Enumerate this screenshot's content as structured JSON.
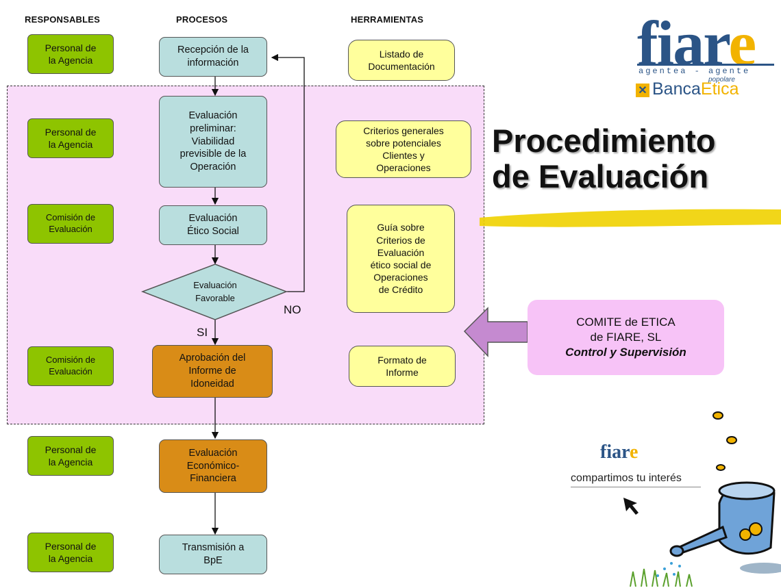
{
  "headers": {
    "responsables": "RESPONSABLES",
    "procesos": "PROCESOS",
    "herramientas": "HERRAMIENTAS"
  },
  "responsables": [
    "Personal de\nla Agencia",
    "Personal de\nla Agencia",
    "Comisión de\nEvaluación",
    "Comisión de\nEvaluación",
    "Personal de\nla Agencia",
    "Personal de\nla Agencia"
  ],
  "procesos": [
    "Recepción de la\ninformación",
    "Evaluación\npreliminar:\nViabilidad\nprevisible de la\nOperación",
    "Evaluación\nÉtico Social",
    "Aprobación del\nInforme de\nIdoneidad",
    "Evaluación\nEconómico-\nFinanciera",
    "Transmisión a\nBpE"
  ],
  "decision": {
    "label": "Evaluación\nFavorable",
    "yes": "SI",
    "no": "NO"
  },
  "herramientas": [
    "Listado de\nDocumentación",
    "Criterios generales\nsobre potenciales\nClientes y\nOperaciones",
    "Guía sobre\nCriterios de\nEvaluación\nético social de\nOperaciones\nde Crédito",
    "Formato de\nInforme"
  ],
  "title": "Procedimiento\nde Evaluación",
  "comite": {
    "line1": "COMITE de ETICA",
    "line2": "de FIARE, SL",
    "line3": "Control y Supervisión"
  },
  "logo_top": {
    "brand": "fiar",
    "brand_e": "e",
    "subtitle": "agentea - agente",
    "popolare": "popolare",
    "banca": "Banca",
    "banca_e": "Etica"
  },
  "logo_bottom": {
    "brand": "fiar",
    "brand_e": "e",
    "tagline": "compartimos tu interés"
  },
  "colors": {
    "responsable": "#8ec400",
    "proceso": "#b9dede",
    "proceso_aprobacion": "#d98c17",
    "herramienta": "#ffff9c",
    "zone": "#f9dcf9",
    "comite": "#f7c3f7",
    "arrow_big": "#c58ad0"
  }
}
